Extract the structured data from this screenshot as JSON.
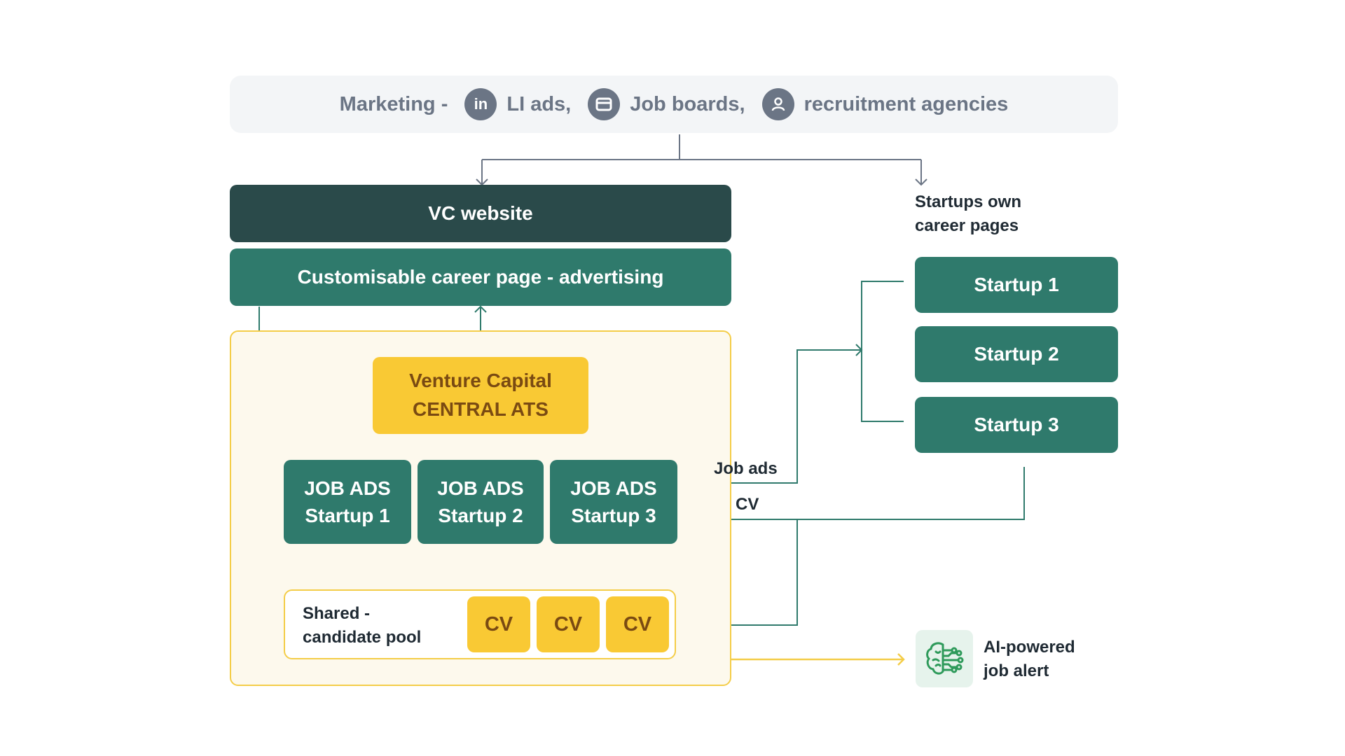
{
  "marketing": {
    "prefix": "Marketing -",
    "li_ads": "LI ads,",
    "job_boards": "Job boards,",
    "agencies": "recruitment agencies",
    "li_icon_text": "in"
  },
  "vc_website": "VC website",
  "career_page": "Customisable career page - advertising",
  "startups_own": [
    "Startups own",
    "career pages"
  ],
  "startups": [
    "Startup 1",
    "Startup 2",
    "Startup 3"
  ],
  "central_ats": [
    "Venture Capital",
    "CENTRAL ATS"
  ],
  "job_ads": [
    {
      "line1": "JOB ADS",
      "line2": "Startup 1"
    },
    {
      "line1": "JOB ADS",
      "line2": "Startup 2"
    },
    {
      "line1": "JOB ADS",
      "line2": "Startup 3"
    }
  ],
  "flow_labels": {
    "job_ads": "Job ads",
    "cv": "CV"
  },
  "pool": {
    "line1": "Shared -",
    "line2": "candidate pool"
  },
  "cv_chips": [
    "CV",
    "CV",
    "CV"
  ],
  "ai_alert": [
    "AI-powered",
    "job alert"
  ],
  "colors": {
    "dark": "#2a4a4a",
    "teal": "#2f7a6c",
    "yellow": "#f9c934",
    "yellow_border": "#f4cd48",
    "grey_text": "#6b7585"
  }
}
